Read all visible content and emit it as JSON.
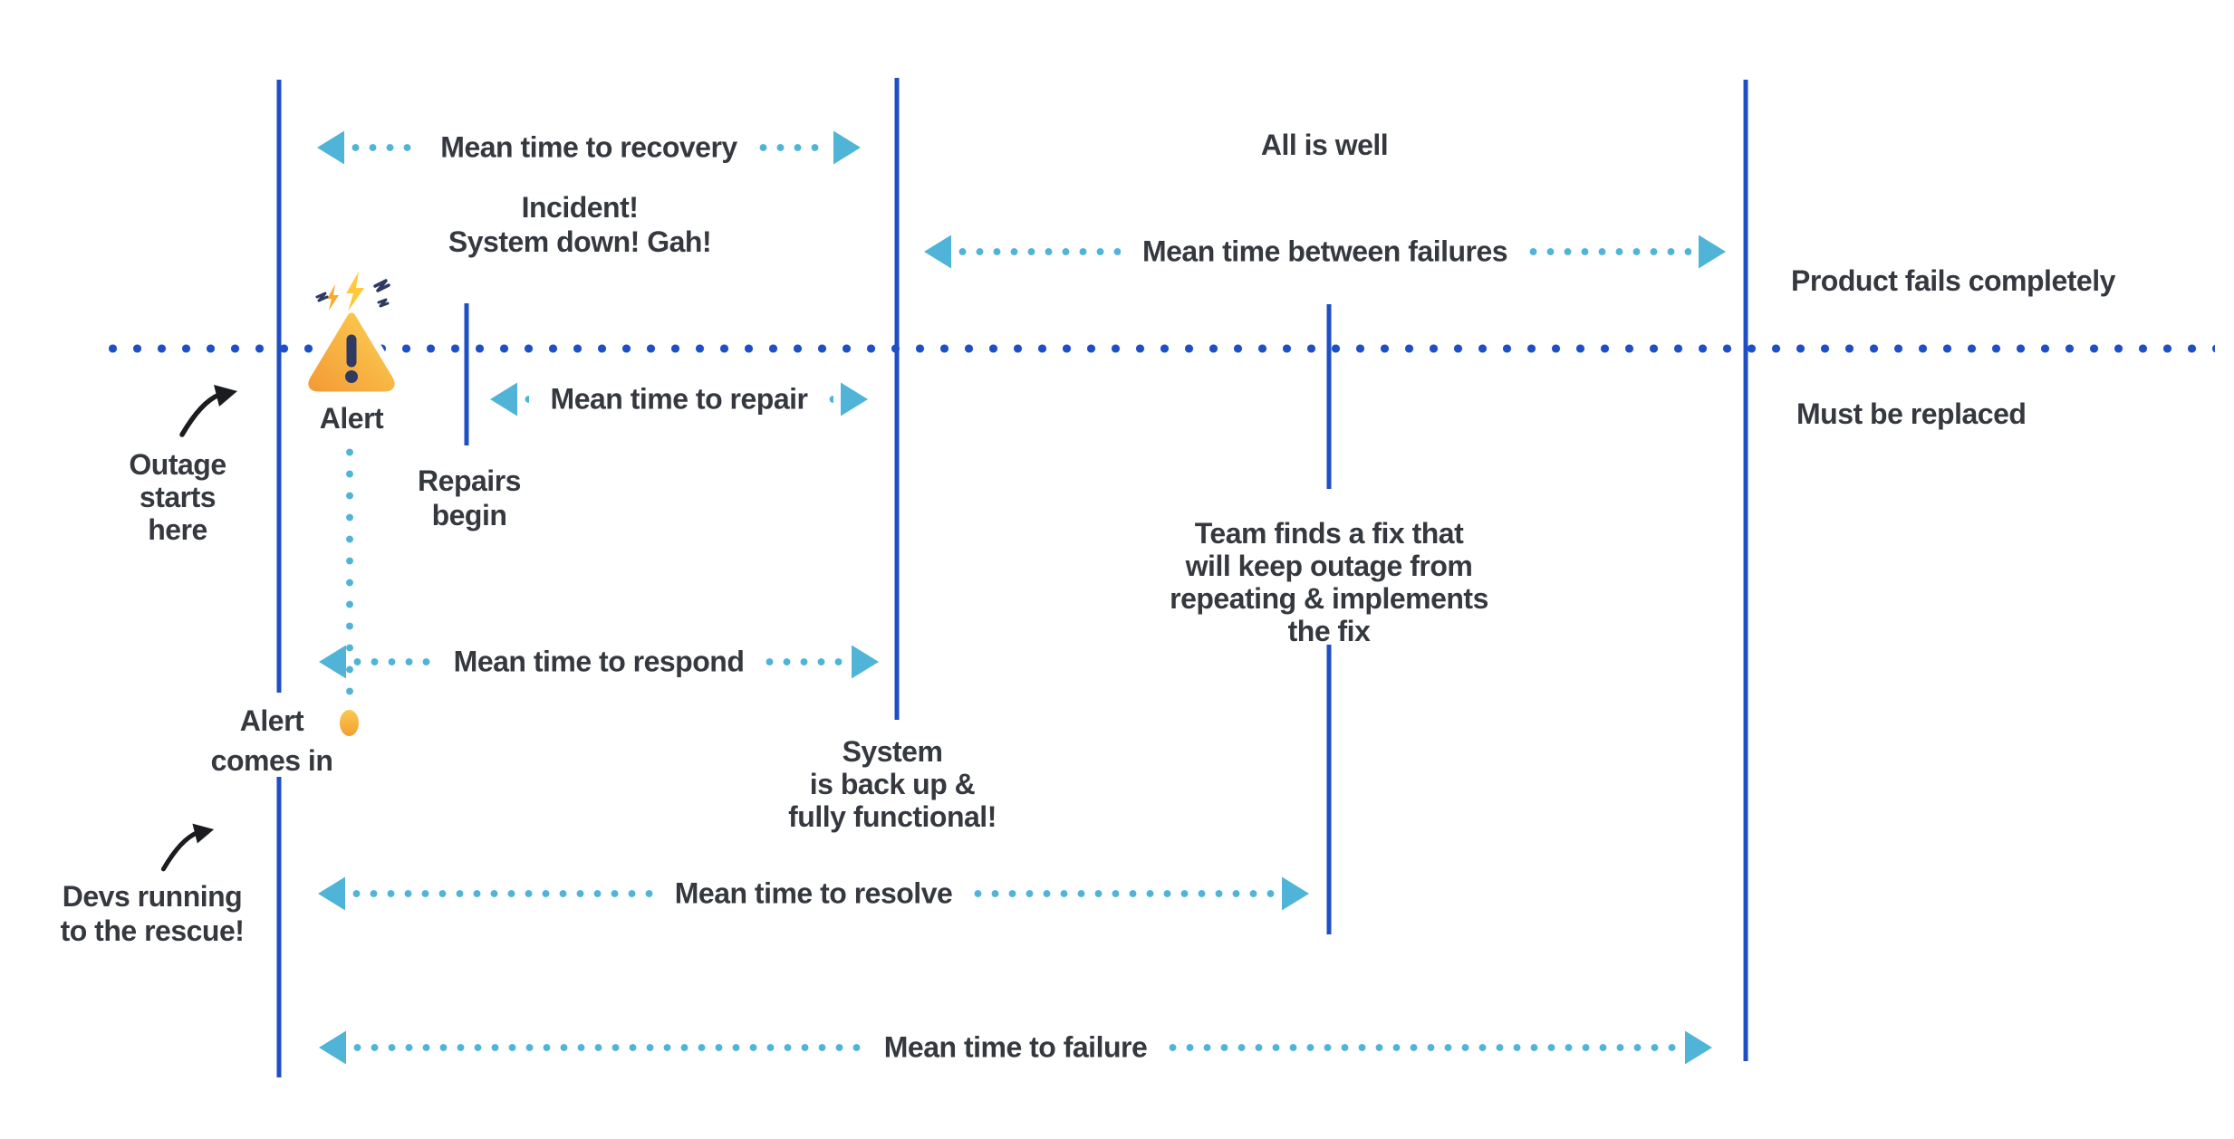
{
  "colors": {
    "line_blue": "#1E4FC4",
    "arrow_blue": "#4FB4D7",
    "text_dark": "#35393F",
    "alert_triangle_dark": "#F49C36",
    "alert_triangle_light": "#FCCF52",
    "bolt_yellow": "#FFC83D",
    "navy": "#2E3A62",
    "black_arrow": "#1A1C1F"
  },
  "metrics": [
    {
      "id": "recovery",
      "label": "Mean time to recovery"
    },
    {
      "id": "between-failures",
      "label": "Mean time between failures"
    },
    {
      "id": "repair",
      "label": "Mean time to repair"
    },
    {
      "id": "respond",
      "label": "Mean time to respond"
    },
    {
      "id": "resolve",
      "label": "Mean time to resolve"
    },
    {
      "id": "failure",
      "label": "Mean time to failure"
    }
  ],
  "annotations": {
    "all_is_well": "All is well",
    "incident": "Incident!\nSystem down! Gah!",
    "product_fails": "Product fails completely",
    "must_be_replaced": "Must be replaced",
    "alert": "Alert",
    "repairs_begin": "Repairs\nbegin",
    "outage_starts": "Outage\nstarts\nhere",
    "alert_comes_in": "Alert\ncomes in",
    "system_back": "System\nis back up &\nfully functional!",
    "team_fix": "Team finds a fix that\nwill keep outage from\nrepeating & implements\nthe fix",
    "devs_running": "Devs running\nto the rescue!"
  },
  "icons": {
    "warning": "warning-triangle-icon",
    "alert_dot": "alert-dot-icon",
    "curved_arrow": "curved-arrow-icon"
  }
}
